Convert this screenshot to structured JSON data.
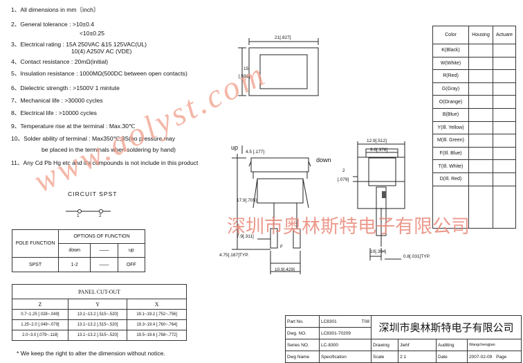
{
  "specs": [
    "1、All dimensions in mm〔inch〕",
    "2、General tolerance : >10±0.4",
    "<10±0.25",
    "3、Electrical rating : 15A 250VAC &15 125VAC(UL)",
    "10(4) A250V AC (VDE)",
    "4、Contact resistance : 20mΩ(initial)",
    "5、Insulation resistance : 1000MΩ(500DC between open contacts)",
    "6、Dielectric strength : >1500V 1 mintute",
    "7、Mechanical life : >30000 cycles",
    "8、Electrical life : >10000 cycles",
    "9、Temperature rise at the terminal : Max.30℃",
    "10、Solder ability of terminal : Max350℃,3S(no pressure may",
    "be placed in the terminals when soldering by hand)",
    "11、Any Cd Pb Hg etc and it's compounds is not include in this product"
  ],
  "circuit": {
    "title": "CIRCUIT SPST",
    "pin1": "1",
    "pin2": "2",
    "pole_function_label": "POLE FUNCTION",
    "options_label": "OPTIONS OF FUNCTION",
    "col_down": "down",
    "col_dash": "——",
    "col_up": "up",
    "row_label": "SPST",
    "row_down": "1-2",
    "row_dash": "——",
    "row_up": "OFF"
  },
  "panel_cutout": {
    "title": "PANEL CUT-OUT",
    "headers": [
      "Z",
      "Y",
      "X"
    ],
    "rows": [
      [
        "0.7~1.25 [.028~.049]",
        "13.1~13.2 [.515~.520]",
        "19.1~19.2 [.752~.756]"
      ],
      [
        "1.25~2.0 [.049~.079]",
        "13.1~13.2 [.515~.520]",
        "19.3~19.4 [.760~.764]"
      ],
      [
        "2.0~3.0 [.079~.118]",
        "13.1~13.2 [.515~.520]",
        "19.5~19.6 [.768~.772]"
      ]
    ]
  },
  "note": "* We keep the right to alter the dimension without notice.",
  "dimensions": {
    "width_top": "21[.827]",
    "height_left_1": "15",
    "height_left_2": "[.591]",
    "up": "up",
    "down": "down",
    "d45": "4.5 [.177]",
    "d179": "17.9[.705]",
    "d79": "7.9[.311]",
    "f_label": "F",
    "d475": "4.75[.187]TYP.",
    "d109": "10.9[.429]",
    "d129": "12.9[.512]",
    "d96": "9.6[.378]",
    "d2a": "2",
    "d2b": "[.079]",
    "d10": "10[.394]",
    "d08": "0.8[.031]TYP."
  },
  "color_table": {
    "headers": [
      "Color",
      "Housing",
      "Actuare"
    ],
    "rows": [
      "K(Black)",
      "W(White)",
      "R(Red)",
      "G(Gray)",
      "O(Orange)",
      "B(Blue)",
      "Y(Ill. Yellow)",
      "M(Ill. Green)",
      "F(Ill. Blue)",
      "T(Ill. White)",
      "D(Ill. Red)"
    ]
  },
  "title_block": {
    "part_no_label": "Part No.",
    "part_no": "LC8301",
    "part_no_suffix": "T08",
    "dwg_no_label": "Dwg. NO.",
    "dwg_no": "LC8301-70209",
    "company": "深圳市奥林斯特电子有限公司",
    "series_label": "Series NO.",
    "series": "LC-8300",
    "drawing_label": "Drawing",
    "drawing": "Jiehf",
    "auditing_label": "Auditing",
    "auditing": "Wangchengjian",
    "dwg_name_label": "Dwg Name",
    "dwg_name": "Specification",
    "scale_label": "Scale",
    "scale": "2:1",
    "date_label": "Date",
    "date": "2007-02-09",
    "page_label": "Page"
  },
  "watermarks": {
    "url": "www.aolyst.com",
    "company": "深圳市奥林斯特电子有限公司"
  }
}
